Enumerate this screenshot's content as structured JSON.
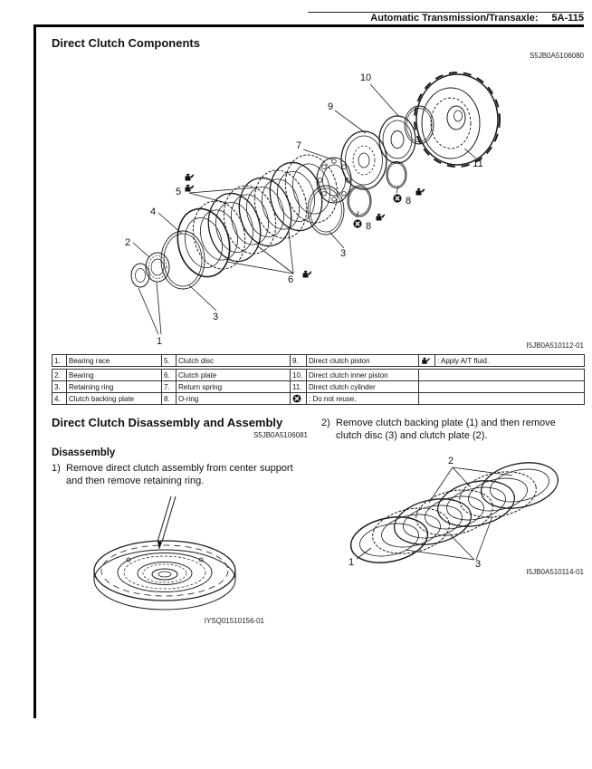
{
  "header": {
    "title": "Automatic Transmission/Transaxle:",
    "page": "5A-115"
  },
  "components": {
    "title": "Direct Clutch Components",
    "code": "S5JB0A5106080",
    "figure_code": "I5JB0A510112-01",
    "callouts": {
      "c1": "1",
      "c2": "2",
      "c3": "3",
      "c4": "4",
      "c5": "5",
      "c6": "6",
      "c7": "7",
      "c8": "8",
      "c9": "9",
      "c10": "10",
      "c11": "11"
    },
    "legend": {
      "r1": {
        "n1": "1.",
        "l1": "Bearing race",
        "n2": "5.",
        "l2": "Clutch disc",
        "n3": "9.",
        "l3": "Direct clutch piston",
        "l4": ": Apply A/T fluid."
      },
      "r2": {
        "n1": "2.",
        "l1": "Bearing",
        "n2": "6.",
        "l2": "Clutch plate",
        "n3": "10.",
        "l3": "Direct clutch inner piston",
        "l4": ""
      },
      "r3": {
        "n1": "3.",
        "l1": "Retaining ring",
        "n2": "7.",
        "l2": "Return spring",
        "n3": "11.",
        "l3": "Direct clutch cylinder",
        "l4": ""
      },
      "r4": {
        "n1": "4.",
        "l1": "Clutch backing plate",
        "n2": "8.",
        "l2": "O-ring",
        "l3": ": Do not reuse.",
        "l4": ""
      }
    }
  },
  "disassembly": {
    "title": "Direct Clutch Disassembly and Assembly",
    "code": "S5JB0A5106081",
    "subheading": "Disassembly",
    "step1_num": "1)",
    "step1_text": "Remove direct clutch assembly from center support and then remove retaining ring.",
    "step2_num": "2)",
    "step2_text": "Remove clutch backing plate (1) and then remove clutch disc (3) and clutch plate (2).",
    "figure1_code": "IYSQ01510156-01",
    "figure2_code": "I5JB0A510114-01",
    "figure2_callouts": {
      "c1": "1",
      "c2": "2",
      "c3": "3"
    }
  }
}
